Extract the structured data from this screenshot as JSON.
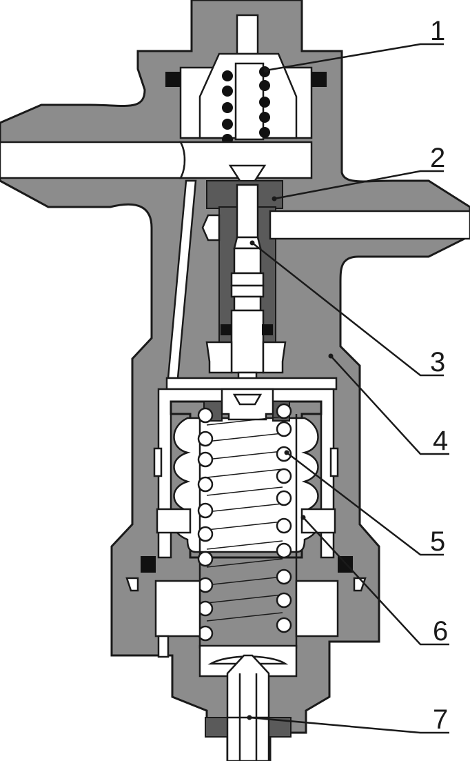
{
  "callouts": [
    {
      "id": 1,
      "label": "1"
    },
    {
      "id": 2,
      "label": "2"
    },
    {
      "id": 3,
      "label": "3"
    },
    {
      "id": 4,
      "label": "4"
    },
    {
      "id": 5,
      "label": "5"
    },
    {
      "id": 6,
      "label": "6"
    },
    {
      "id": 7,
      "label": "7"
    }
  ],
  "colors": {
    "body": "#8c8c8c",
    "outline": "#1a1a1a",
    "seal": "#111111",
    "background": "#ffffff"
  }
}
